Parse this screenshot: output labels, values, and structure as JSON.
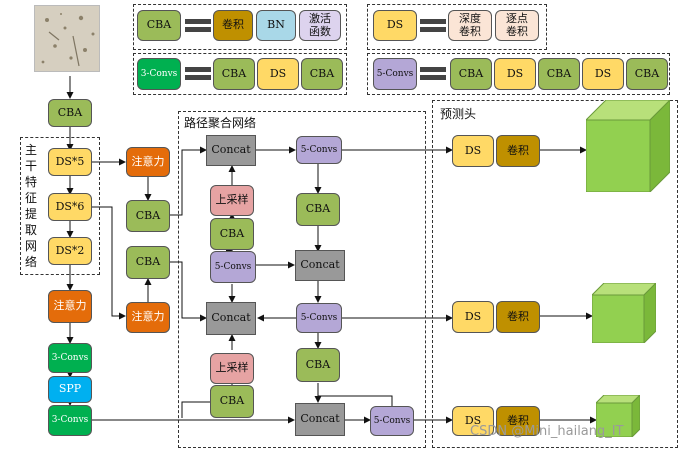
{
  "legend": {
    "cba": "CBA",
    "conv": "卷积",
    "bn": "BN",
    "activation": "激活函数",
    "ds": "DS",
    "depthwise": "深度卷积",
    "pointwise": "逐点卷积",
    "convs3": "3-Convs",
    "convs3_items": [
      "CBA",
      "DS",
      "CBA"
    ],
    "convs5": "5-Convs",
    "convs5_items": [
      "CBA",
      "DS",
      "CBA",
      "DS",
      "CBA"
    ]
  },
  "backbone": {
    "label": "主干特征提取网络",
    "cba": "CBA",
    "ds5": "DS*5",
    "ds6": "DS*6",
    "ds2": "DS*2",
    "attention": "注意力",
    "convs3_a": "3-Convs",
    "spp": "SPP",
    "convs3_b": "3-Convs"
  },
  "mid": {
    "attention_top": "注意力",
    "cba_top": "CBA",
    "cba_mid": "CBA",
    "attention_bottom": "注意力"
  },
  "pan": {
    "title": "路径聚合网络",
    "concat1": "Concat",
    "convs5_1": "5-Convs",
    "upsample1": "上采样",
    "cba1": "CBA",
    "cba_r1": "CBA",
    "convs5_2": "5-Convs",
    "concat2": "Concat",
    "concat3": "Concat",
    "convs5_3": "5-Convs",
    "upsample2": "上采样",
    "cba2": "CBA",
    "cba_r2": "CBA",
    "concat4": "Concat",
    "convs5_4": "5-Convs"
  },
  "head": {
    "title": "预测头",
    "ds": "DS",
    "conv": "卷积"
  },
  "watermark": "CSDN @Mini_hailang_IT",
  "colors": {
    "cba": "#9bbb59",
    "conv": "#bf9000",
    "bn": "#a9d8e8",
    "activation": "#ddd3ee",
    "ds": "#ffd966",
    "convs3": "#00b050",
    "convs5": "#b4a7d6",
    "attention": "#e46c0a",
    "spp": "#00b0f0",
    "upsample": "#e6a3a3",
    "concat": "#999999",
    "cube": "#92d050"
  }
}
